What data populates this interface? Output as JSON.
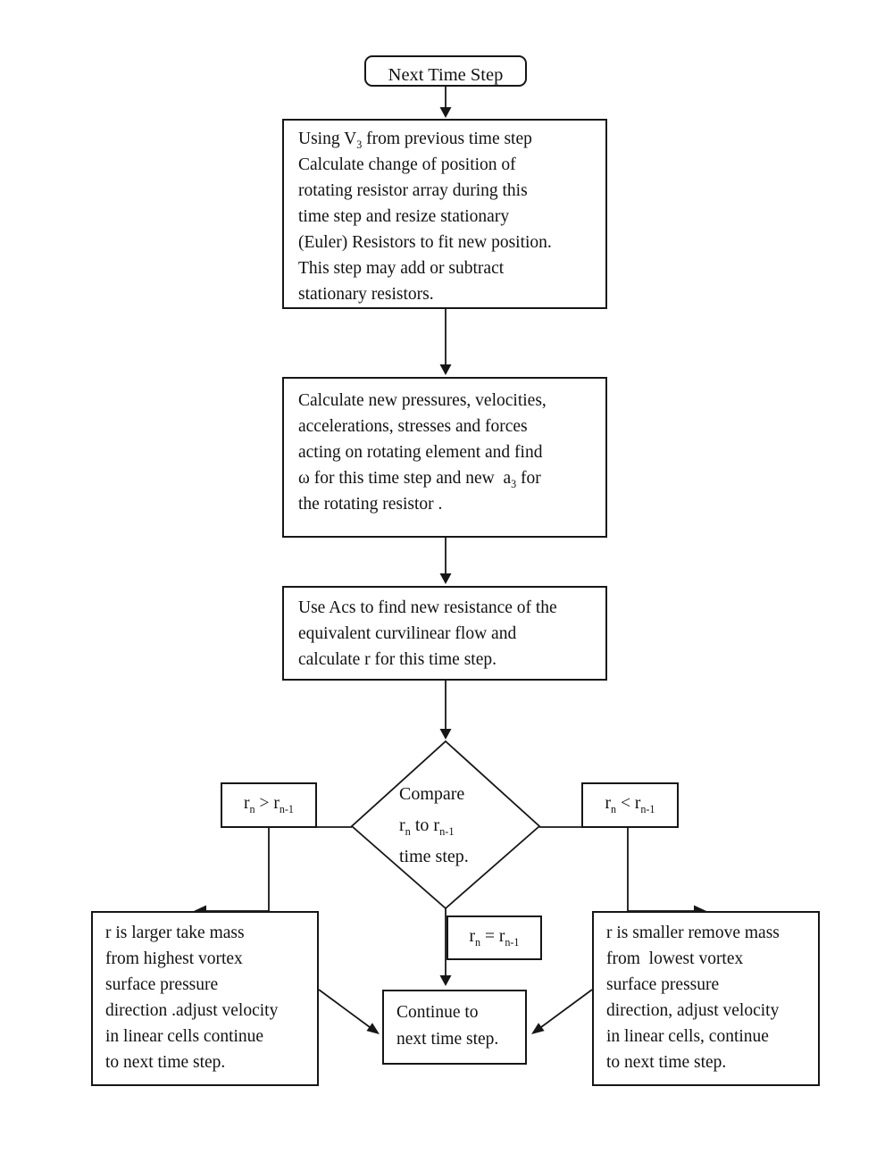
{
  "colors": {
    "line": "#161616",
    "background": "#ffffff",
    "text": "#121212"
  },
  "start": {
    "label": "Next Time Step"
  },
  "step1": {
    "l1a": "Using V",
    "l1b": "3",
    "l1c": " from previous time step",
    "l2": "Calculate change of position of",
    "l3": "rotating resistor array during this",
    "l4": "time step and resize stationary",
    "l5": "(Euler) Resistors to fit new position.",
    "l6": "This step may add or subtract",
    "l7": "stationary resistors."
  },
  "step2": {
    "l1": "Calculate new pressures, velocities,",
    "l2": "accelerations, stresses and forces",
    "l3": "acting on rotating element and find",
    "l4a": "ω for this time step and new  a",
    "l4b": "3",
    "l4c": " for",
    "l5": "the rotating resistor ."
  },
  "step3": {
    "l1": "Use Acs to find new resistance of the",
    "l2": "equivalent curvilinear flow and",
    "l3": "calculate r for this time step."
  },
  "decision": {
    "l1": "Compare",
    "l2a": "r",
    "l2b": "n",
    "l2c": " to r",
    "l2d": "n-1",
    "l3": "time step."
  },
  "cond_gt": {
    "a": "r",
    "a_sub": "n",
    "op": " > r",
    "b_sub": "n-1"
  },
  "cond_lt": {
    "a": "r",
    "a_sub": "n",
    "op": " < r",
    "b_sub": "n-1"
  },
  "cond_eq": {
    "a": "r",
    "a_sub": "n",
    "op": " = r",
    "b_sub": "n-1"
  },
  "action_left": {
    "l1": "r is larger take mass",
    "l2": "from highest vortex",
    "l3": "surface pressure",
    "l4": "direction .adjust velocity",
    "l5": "in linear cells continue",
    "l6": "to next time step."
  },
  "action_right": {
    "l1": "r is smaller remove mass",
    "l2": "from  lowest vortex",
    "l3": "surface pressure",
    "l4": "direction, adjust velocity",
    "l5": "in linear cells, continue",
    "l6": "to next time step."
  },
  "continue_box": {
    "l1": "Continue to",
    "l2": "next time step."
  }
}
